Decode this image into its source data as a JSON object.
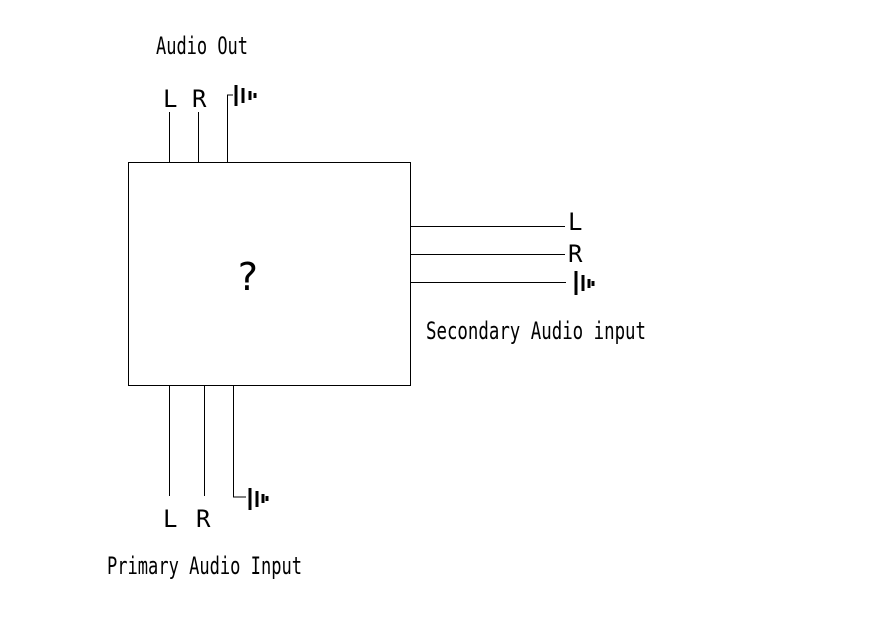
{
  "diagram": {
    "center_box": {
      "label": "?"
    },
    "audio_out": {
      "title": "Audio Out",
      "pins": [
        "L",
        "R"
      ],
      "ground_icon": "ground-icon"
    },
    "secondary_input": {
      "title": "Secondary Audio input",
      "pins": [
        "L",
        "R"
      ],
      "ground_icon": "ground-icon"
    },
    "primary_input": {
      "title": "Primary Audio Input",
      "pins": [
        "L",
        "R"
      ],
      "ground_icon": "ground-icon"
    },
    "colors": {
      "line": "#000000",
      "background": "#ffffff"
    }
  }
}
